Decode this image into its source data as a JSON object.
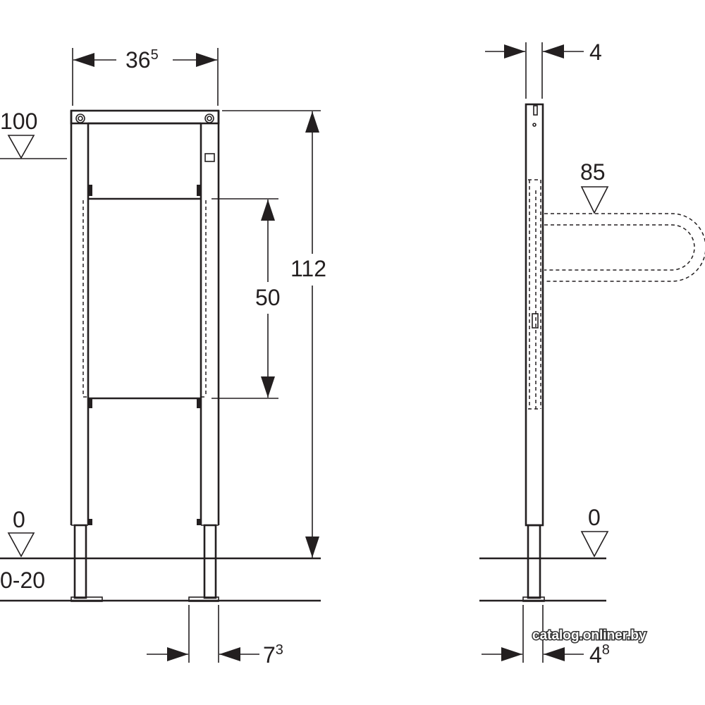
{
  "front_view": {
    "width_main": "36",
    "width_sup": "5",
    "height_total": "112",
    "opening_height": "50",
    "level_top": "100",
    "level_floor": "0",
    "adjust_range": "0-20",
    "leg_width_main": "7",
    "leg_width_sup": "3"
  },
  "side_view": {
    "depth_top": "4",
    "level_pipe": "85",
    "level_floor": "0",
    "depth_bottom_main": "4",
    "depth_bottom_sup": "8"
  },
  "watermark": "catalog.onliner.by"
}
